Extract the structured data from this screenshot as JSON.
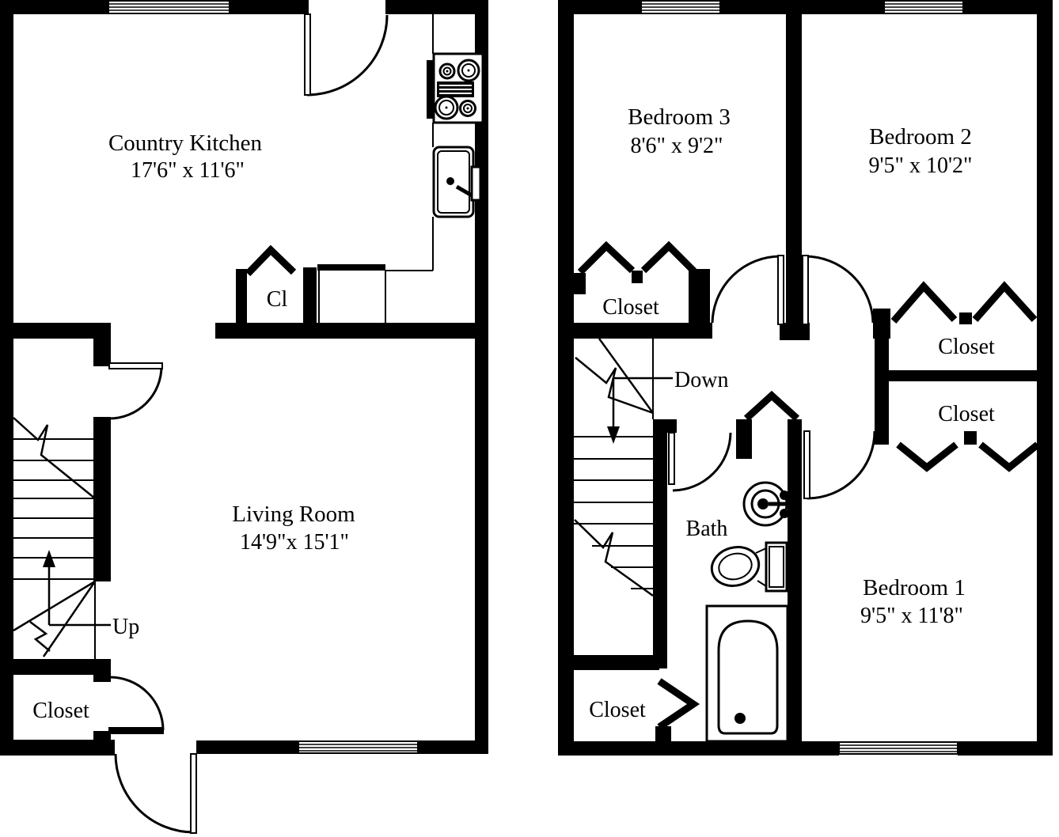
{
  "page": {
    "background": "#ffffff",
    "line_color": "#000000"
  },
  "first_floor": {
    "rooms": {
      "kitchen": {
        "name": "Country Kitchen",
        "dims": "17'6\" x 11'6\""
      },
      "living_room": {
        "name": "Living Room",
        "dims": "14'9\"x 15'1\""
      }
    },
    "closets": {
      "kitchen_closet": "Cl",
      "entry_closet": "Closet"
    },
    "stairs_label": "Up"
  },
  "second_floor": {
    "rooms": {
      "bedroom3": {
        "name": "Bedroom 3",
        "dims": "8'6\" x 9'2\""
      },
      "bedroom2": {
        "name": "Bedroom 2",
        "dims": "9'5\" x 10'2\""
      },
      "bedroom1": {
        "name": "Bedroom 1",
        "dims": "9'5\" x 11'8\""
      }
    },
    "closets": {
      "bedroom3_closet": "Closet",
      "bedroom2_closet": "Closet",
      "bedroom1_closet": "Closet",
      "stair_closet": "Closet"
    },
    "bath_label": "Bath",
    "stairs_label": "Down"
  }
}
